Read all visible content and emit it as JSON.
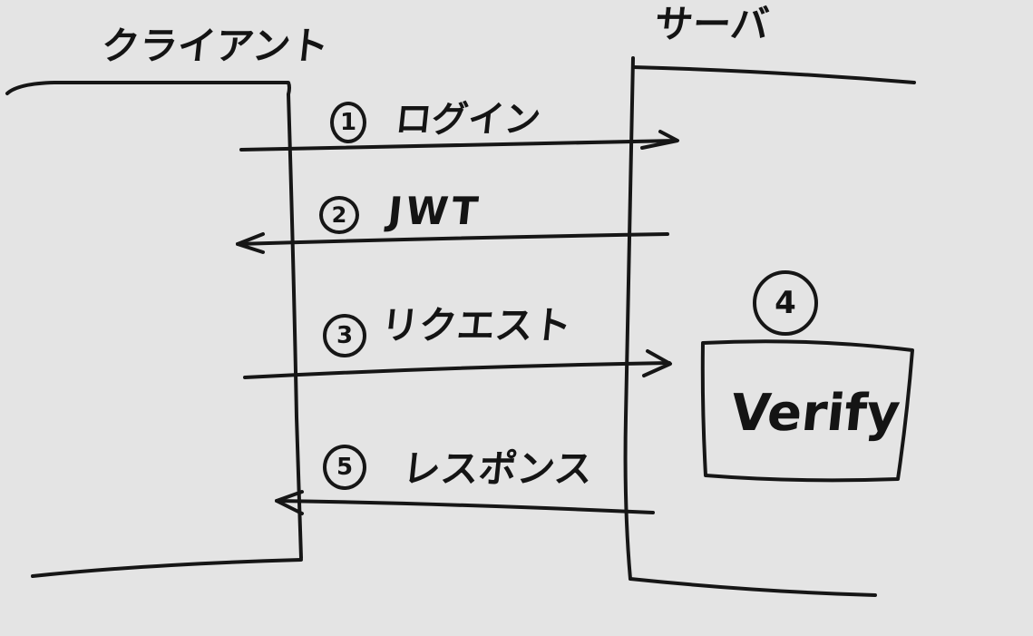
{
  "actors": {
    "client": "クライアント",
    "server": "サーバ"
  },
  "steps": [
    {
      "number": "1",
      "label": "ログイン",
      "direction": "client-to-server"
    },
    {
      "number": "2",
      "label": "JWT",
      "direction": "server-to-client"
    },
    {
      "number": "3",
      "label": "リクエスト",
      "direction": "client-to-server"
    },
    {
      "number": "5",
      "label": "レスポンス",
      "direction": "server-to-client"
    }
  ],
  "verify": {
    "number": "4",
    "label": "Verify"
  },
  "colors": {
    "background": "#e4e4e4",
    "ink": "#161616"
  }
}
